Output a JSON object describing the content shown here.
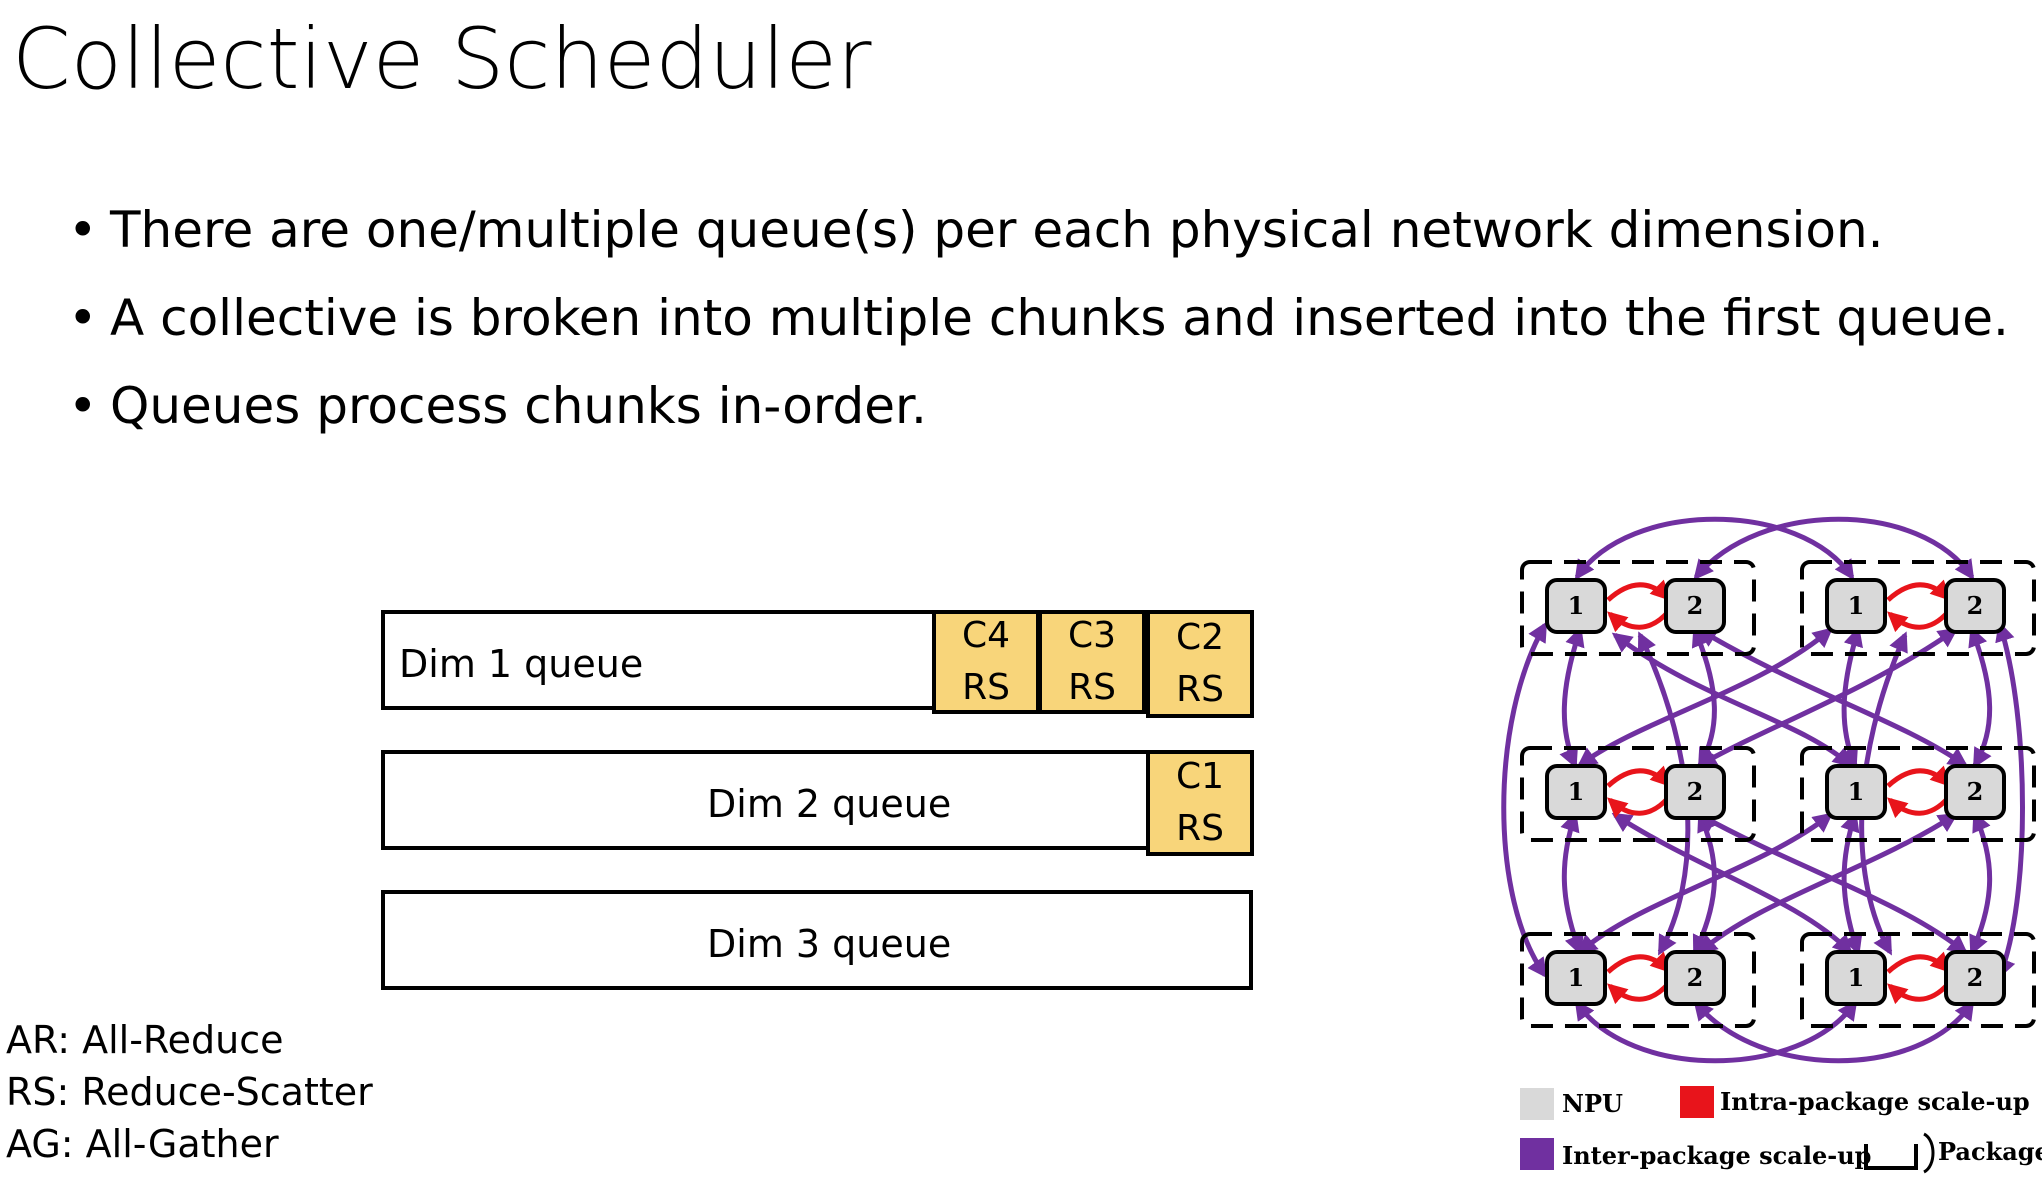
{
  "slide": {
    "title": "Collective Scheduler",
    "bullets": [
      "There are one/multiple queue(s) per each physical network dimension.",
      "A collective is broken into multiple chunks and inserted into the first queue.",
      "Queues process chunks in-order."
    ]
  },
  "queues": [
    {
      "label": "Dim 1 queue",
      "chunks": [
        {
          "id": "C4",
          "op": "RS"
        },
        {
          "id": "C3",
          "op": "RS"
        },
        {
          "id": "C2",
          "op": "RS"
        }
      ]
    },
    {
      "label": "Dim 2 queue",
      "chunks": [
        {
          "id": "C1",
          "op": "RS"
        }
      ]
    },
    {
      "label": "Dim 3 queue",
      "chunks": []
    }
  ],
  "abbreviations": [
    "AR: All-Reduce",
    "RS: Reduce-Scatter",
    "AG: All-Gather"
  ],
  "topology": {
    "npu_labels": [
      "1",
      "2"
    ],
    "legend": {
      "npu": "NPU",
      "intra": "Intra-package scale-up",
      "inter": "Inter-package scale-up",
      "package": "Package"
    },
    "colors": {
      "npu": "#d9d9d9",
      "intra": "#e8141b",
      "inter": "#7030a0",
      "chunk": "#f8d57a"
    }
  }
}
